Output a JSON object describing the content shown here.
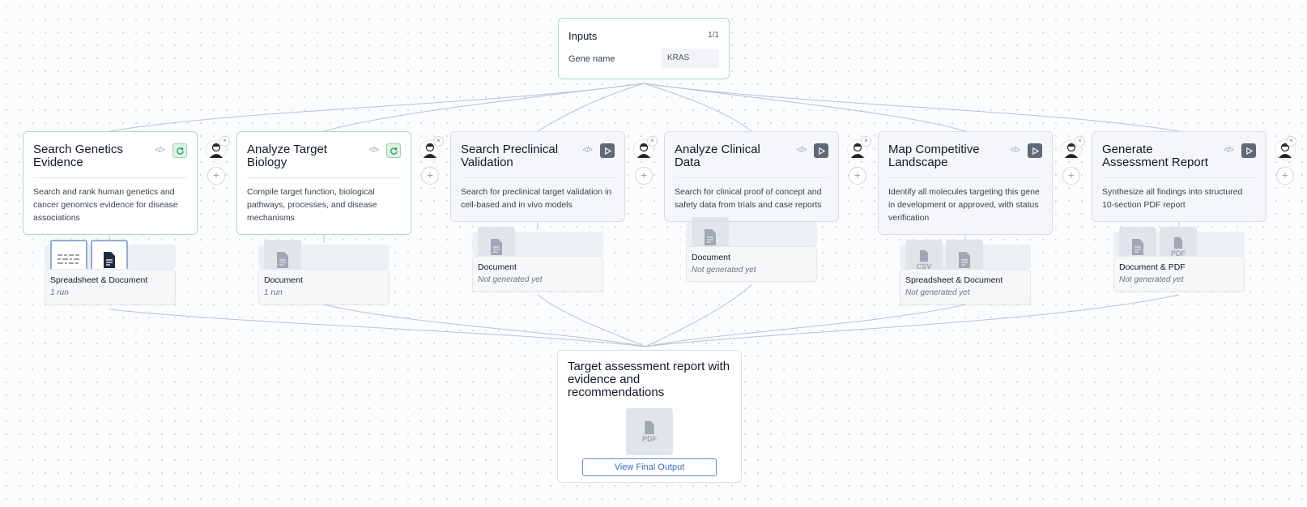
{
  "inputs": {
    "title": "Inputs",
    "count": "1/1",
    "fields": [
      {
        "label": "Gene name",
        "value": "KRAS"
      }
    ]
  },
  "steps": [
    {
      "title": "Search Genetics Evidence",
      "description": "Search and rank human genetics and cancer genomics evidence for disease associations",
      "action_icon": "refresh-icon",
      "state": "completed",
      "output": {
        "type": "Spreadsheet & Document",
        "status": "1 run",
        "thumbnails": [
          "spreadsheet-preview-icon",
          "document-icon"
        ]
      }
    },
    {
      "title": "Analyze Target Biology",
      "description": "Compile target function, biological pathways, processes, and disease mechanisms",
      "action_icon": "refresh-icon",
      "state": "completed",
      "output": {
        "type": "Document",
        "status": "1 run",
        "thumbnails": [
          "document-icon"
        ]
      }
    },
    {
      "title": "Search Preclinical Validation",
      "description": "Search for preclinical target validation in cell-based and in vivo models",
      "action_icon": "play-icon",
      "state": "pending",
      "output": {
        "type": "Document",
        "status": "Not generated yet",
        "thumbnails": [
          "document-icon"
        ]
      }
    },
    {
      "title": "Analyze Clinical Data",
      "description": "Search for clinical proof of concept and safety data from trials and case reports",
      "action_icon": "play-icon",
      "state": "pending",
      "output": {
        "type": "Document",
        "status": "Not generated yet",
        "thumbnails": [
          "document-icon"
        ]
      }
    },
    {
      "title": "Map Competitive Landscape",
      "description": "Identify all molecules targeting this gene in development or approved, with status verification",
      "action_icon": "play-icon",
      "state": "pending",
      "output": {
        "type": "Spreadsheet & Document",
        "status": "Not generated yet",
        "thumbnails": [
          "csv-file-icon",
          "document-icon"
        ]
      }
    },
    {
      "title": "Generate Assessment Report",
      "description": "Synthesize all findings into structured 10-section PDF report",
      "action_icon": "play-icon",
      "state": "pending",
      "output": {
        "type": "Document & PDF",
        "status": "Not generated yet",
        "thumbnails": [
          "document-icon",
          "pdf-file-icon"
        ]
      }
    }
  ],
  "file_labels": {
    "csv": "CSV",
    "pdf": "PDF"
  },
  "final": {
    "title": "Target assessment report with evidence and recommendations",
    "thumbnail_label": "PDF",
    "button_label": "View Final Output"
  },
  "colors": {
    "completed_border": "#a8dcc0",
    "refresh_accent": "#22a05a",
    "play_button": "#5f6977",
    "link_blue": "#3a6fc0",
    "connector": "#b9c2d0"
  }
}
